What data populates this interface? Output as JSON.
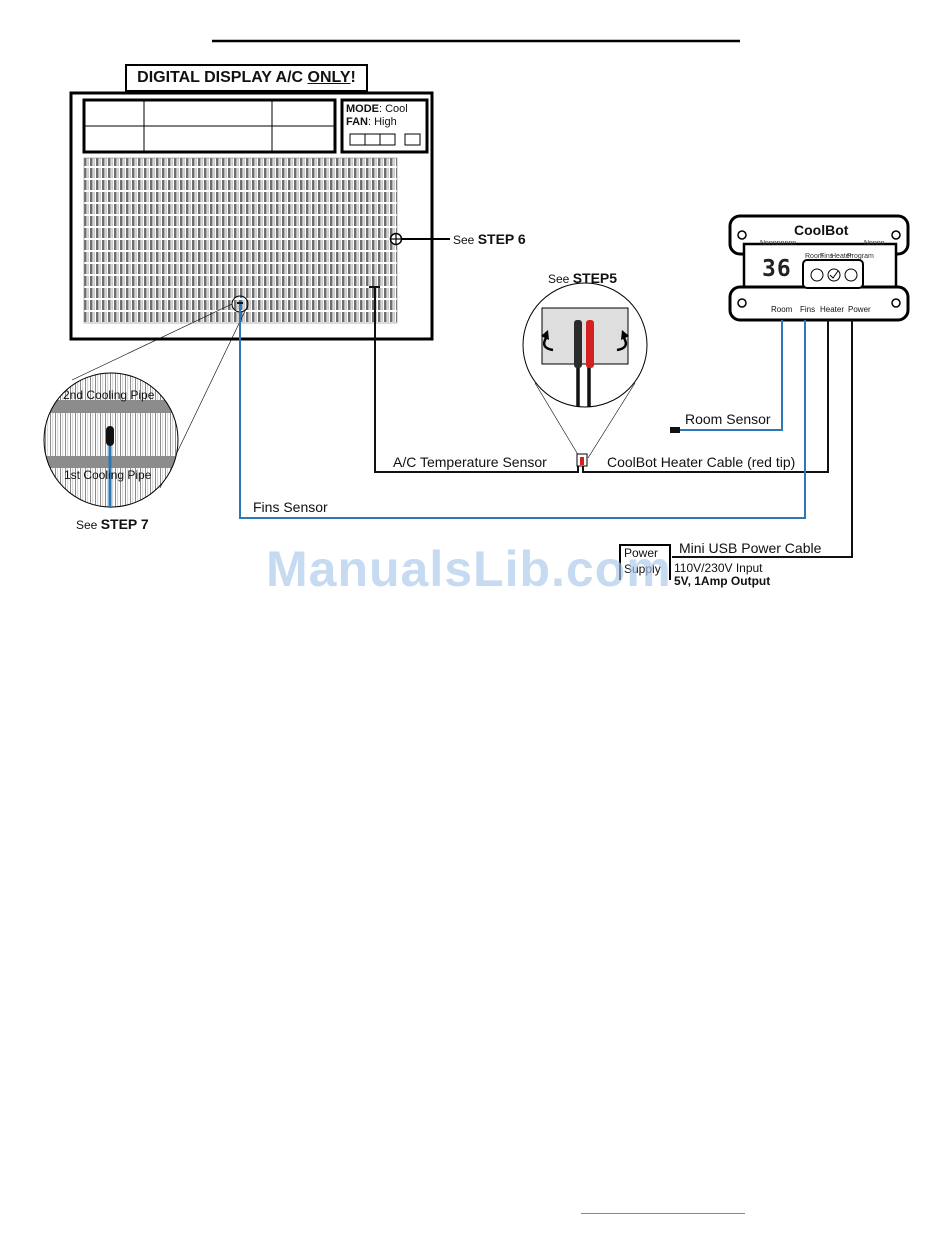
{
  "title": {
    "prefix": "DIGITAL DISPLAY A/C ",
    "underlined": "ONLY",
    "suffix": "!"
  },
  "ac_panel": {
    "mode_key": "MODE",
    "mode_value": ": Cool",
    "fan_key": "FAN",
    "fan_value": ": High"
  },
  "callouts": {
    "step6_prefix": "See ",
    "step6_bold": "STEP 6",
    "step5_prefix": "See ",
    "step5_bold": "STEP5",
    "step7_prefix": "See ",
    "step7_bold": "STEP 7"
  },
  "pipe_labels": {
    "second": "2nd Cooling Pipe",
    "first": "1st Cooling Pipe"
  },
  "coolbot": {
    "logo": "CoolBot",
    "display": "36",
    "top_left_tiny": "Nnnnnnnnn",
    "top_right_tiny": "Nnnnn",
    "indicator_labels": [
      "Room",
      "Fins",
      "Heater",
      "Program"
    ],
    "ports": [
      "Room",
      "Fins",
      "Heater",
      "Power"
    ]
  },
  "wires": {
    "room_sensor": "Room Sensor",
    "ac_temp_sensor": "A/C Temperature Sensor",
    "heater_cable": "CoolBot Heater Cable (red tip)",
    "fins_sensor": "Fins Sensor",
    "usb_cable": "Mini USB Power Cable"
  },
  "power_supply": {
    "label": "Power",
    "label2": "Supply",
    "input": "110V/230V Input",
    "output": "5V, 1Amp  Output"
  },
  "watermark": "ManualsLib.com",
  "colors": {
    "wire_blue": "#2a78b8",
    "wire_black": "#111111",
    "red_tip": "#d42020",
    "fin_gray": "#7a7a7a"
  }
}
